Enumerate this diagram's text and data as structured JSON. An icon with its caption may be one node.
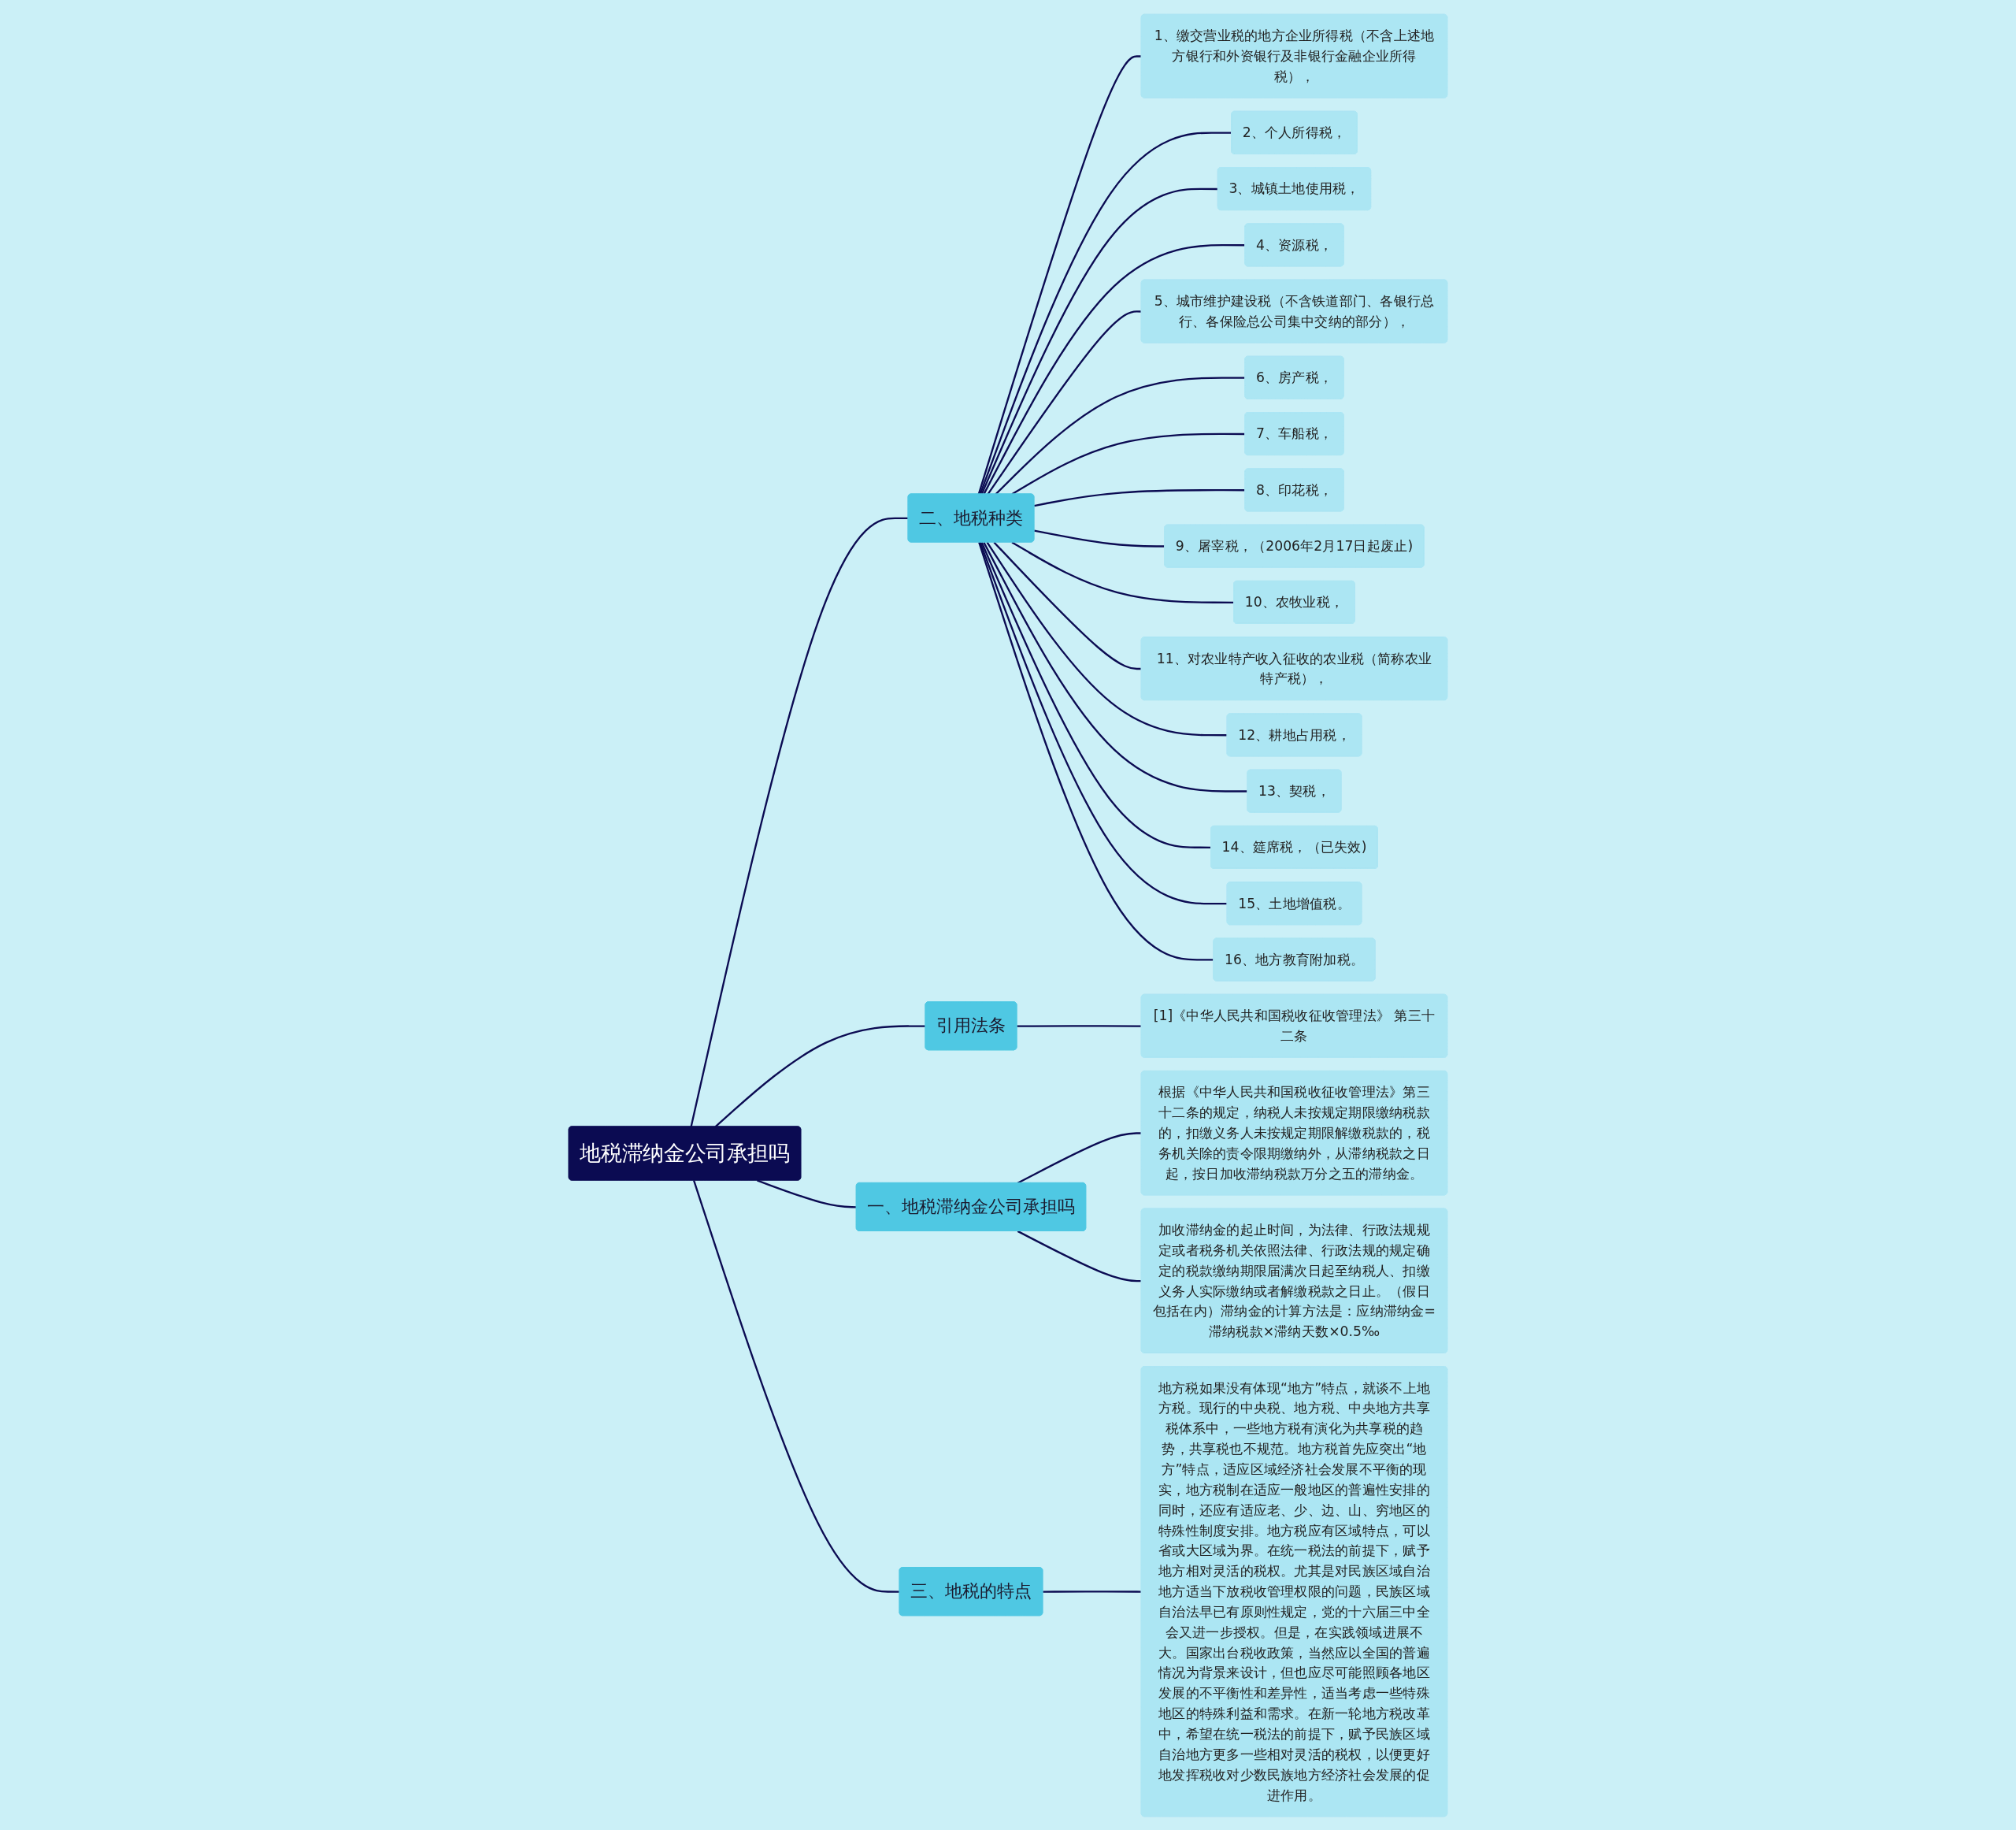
{
  "diagram": {
    "nodes": [
      {
        "text": [
          "地税滞纳金公司承担吗"
        ]
      },
      {
        "text": [
          "二、地税种类"
        ]
      },
      {
        "text": [
          "1、缴交营业税的地方企业所得税（不含上述地方银行和外资银行及非银行金融企业所得税），"
        ]
      },
      {
        "text": [
          "2、个人所得税，"
        ]
      },
      {
        "text": [
          "3、城镇土地使用税，"
        ]
      },
      {
        "text": [
          "4、资源税，"
        ]
      },
      {
        "text": [
          "5、城市维护建设税（不含铁道部门、各银行总行、各保险总公司集中交纳的部分），"
        ]
      },
      {
        "text": [
          "6、房产税，"
        ]
      },
      {
        "text": [
          "7、车船税，"
        ]
      },
      {
        "text": [
          "8、印花税，"
        ]
      },
      {
        "text": [
          "9、屠宰税，（2006年2月17日起废止)"
        ]
      },
      {
        "text": [
          "10、农牧业税，"
        ]
      },
      {
        "text": [
          "11、对农业特产收入征收的农业税（简称农业特产税），"
        ]
      },
      {
        "text": [
          "12、耕地占用税，"
        ]
      },
      {
        "text": [
          "13、契税，"
        ]
      },
      {
        "text": [
          "14、筵席税，（已失效)"
        ]
      },
      {
        "text": [
          "15、土地增值税。"
        ]
      },
      {
        "text": [
          "16、地方教育附加税。"
        ]
      },
      {
        "text": [
          "引用法条"
        ]
      },
      {
        "text": [
          "[1]《中华人民共和国税收征收管理法》 第三十二条"
        ]
      },
      {
        "text": [
          "一、地税滞纳金公司承担吗"
        ]
      },
      {
        "text": [
          "根据《中华人民共和国税收征收管理法》第三十二条的规定，纳税人未按规定期限缴纳税款的，扣缴义务人未按规定期限解缴税款的，税务机关除的责令限期缴纳外，从滞纳税款之日起，按日加收滞纳税款万分之五的滞纳金。"
        ]
      },
      {
        "text": [
          "加收滞纳金的起止时间，为法律、行政法规规定或者税务机关依照法律、行政法规的规定确定的税款缴纳期限届满次日起至纳税人、扣缴义务人实际缴纳或者解缴税款之日止。（假日包括在内）滞纳金的计算方法是：应纳滞纳金=滞纳税款×滞纳天数×0.5‰"
        ]
      },
      {
        "text": [
          "三、地税的特点"
        ]
      },
      {
        "text": [
          "地方税如果没有体现“地方”特点，就谈不上地方税。现行的中央税、地方税、中央地方共享税体系中，一些地方税有演化为共享税的趋势，共享税也不规范。地方税首先应突出“地方”特点，适应区域经济社会发展不平衡的现实，地方税制在适应一般地区的普遍性安排的同时，还应有适应老、少、边、山、穷地区的特殊性制度安排。地方税应有区域特点，可以省或大区域为界。在统一税法的前提下，赋予地方相对灵活的税权。尤其是对民族区域自治地方适当下放税收管理权限的问题，民族区域自治法早已有原则性规定，党的十六届三中全会又进一步授权。但是，在实践领域进展不大。国家出台税收政策，当然应以全国的普遍情况为背景来设计，但也应尽可能照顾各地区发展的不平衡性和差异性，适当考虑一些特殊地区的特殊利益和需求。在新一轮地方税改革中，希望在统一税法的前提下，赋予民族区域自治地方更多一些相对灵活的税权，以便更好地发挥税收对少数民族地方经济社会发展的促进作用。"
        ]
      }
    ],
    "edges": [
      {
        "from": 0,
        "to": 1,
        "arrow": "none"
      },
      {
        "from": 1,
        "to": 2,
        "arrow": "none"
      },
      {
        "from": 1,
        "to": 3,
        "arrow": "none"
      },
      {
        "from": 1,
        "to": 4,
        "arrow": "none"
      },
      {
        "from": 1,
        "to": 5,
        "arrow": "none"
      },
      {
        "from": 1,
        "to": 6,
        "arrow": "none"
      },
      {
        "from": 1,
        "to": 7,
        "arrow": "none"
      },
      {
        "from": 1,
        "to": 8,
        "arrow": "none"
      },
      {
        "from": 1,
        "to": 9,
        "arrow": "none"
      },
      {
        "from": 1,
        "to": 10,
        "arrow": "none"
      },
      {
        "from": 1,
        "to": 11,
        "arrow": "none"
      },
      {
        "from": 1,
        "to": 12,
        "arrow": "none"
      },
      {
        "from": 1,
        "to": 13,
        "arrow": "none"
      },
      {
        "from": 1,
        "to": 14,
        "arrow": "none"
      },
      {
        "from": 1,
        "to": 15,
        "arrow": "none"
      },
      {
        "from": 1,
        "to": 16,
        "arrow": "none"
      },
      {
        "from": 1,
        "to": 17,
        "arrow": "none"
      },
      {
        "from": 0,
        "to": 18,
        "arrow": "none"
      },
      {
        "from": 18,
        "to": 19,
        "arrow": "none"
      },
      {
        "from": 0,
        "to": 20,
        "arrow": "none"
      },
      {
        "from": 20,
        "to": 21,
        "arrow": "none"
      },
      {
        "from": 20,
        "to": 22,
        "arrow": "none"
      },
      {
        "from": 0,
        "to": 23,
        "arrow": "none"
      },
      {
        "from": 23,
        "to": 24,
        "arrow": "none"
      }
    ]
  }
}
